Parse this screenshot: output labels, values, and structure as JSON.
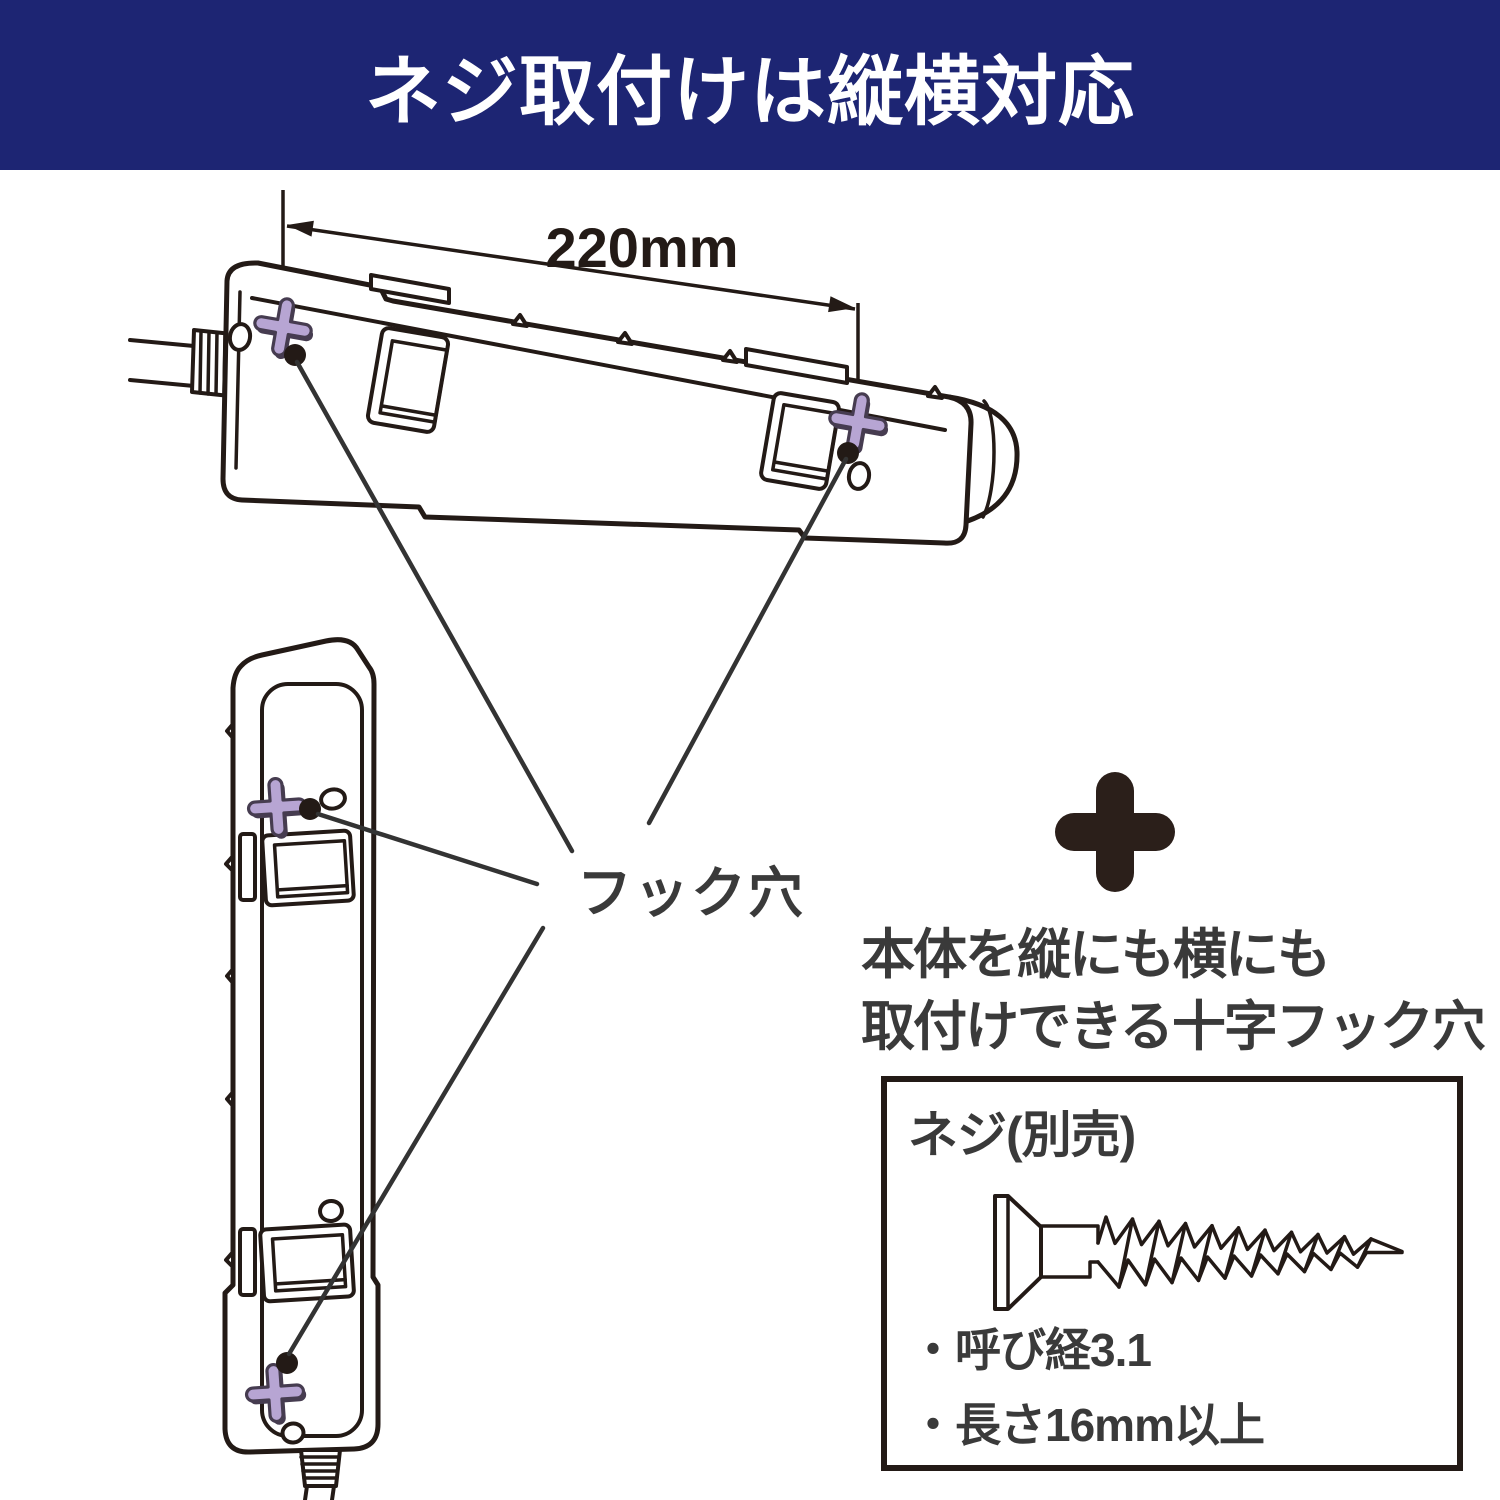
{
  "banner": {
    "title": "ネジ取付けは縦横対応"
  },
  "colors": {
    "banner_bg": "#1d2573",
    "banner_text": "#ffffff",
    "drawing_line": "#231a16",
    "label_text": "#3a3a3a",
    "hook_cross_fill": "#b7a5d3",
    "hook_cross_edge": "#463c50",
    "plus_icon": "#2b1f1a"
  },
  "diagram": {
    "dimension_label": "220mm",
    "hook_hole_label": "フック穴",
    "caption": {
      "line1": "本体を縦にも横にも",
      "line2": "取付けできる十字フック穴"
    }
  },
  "screw_box": {
    "title": "ネジ(別売)",
    "bullets": [
      "・呼び経3.1",
      "・長さ16mm以上"
    ]
  }
}
